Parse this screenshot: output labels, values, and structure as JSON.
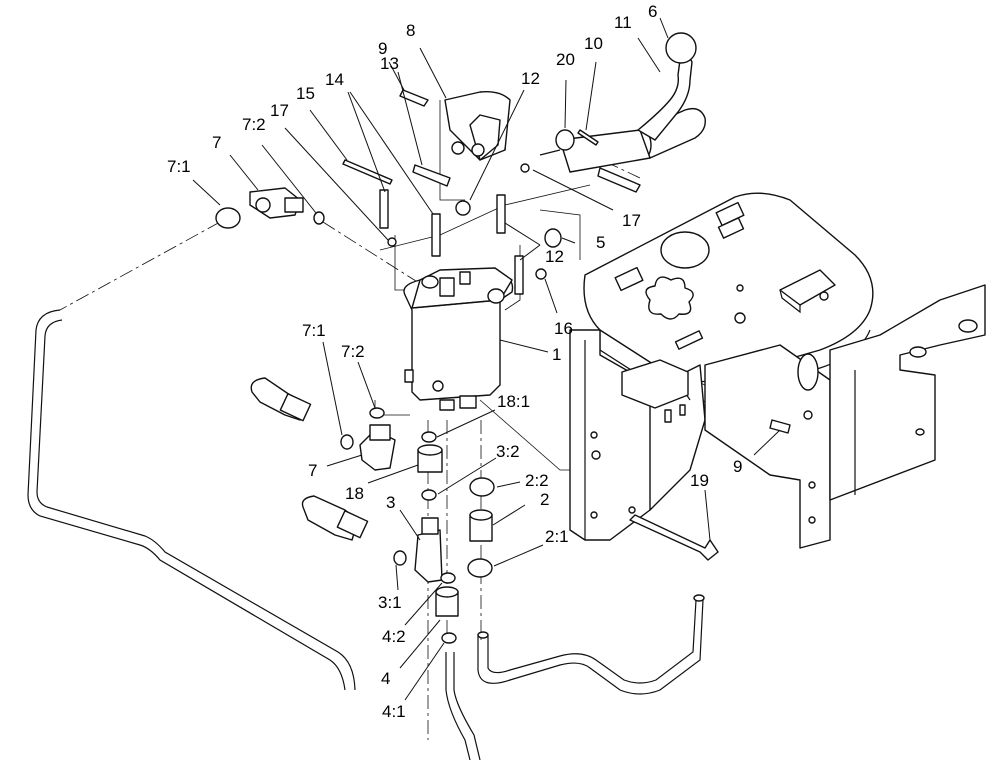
{
  "callouts": [
    {
      "id": "c6",
      "label": "6"
    },
    {
      "id": "c11",
      "label": "11"
    },
    {
      "id": "c10",
      "label": "10"
    },
    {
      "id": "c20",
      "label": "20"
    },
    {
      "id": "c8",
      "label": "8"
    },
    {
      "id": "c9a",
      "label": "9"
    },
    {
      "id": "c13",
      "label": "13"
    },
    {
      "id": "c14",
      "label": "14"
    },
    {
      "id": "c15",
      "label": "15"
    },
    {
      "id": "c17a",
      "label": "17"
    },
    {
      "id": "c72a",
      "label": "7:2"
    },
    {
      "id": "c7a",
      "label": "7"
    },
    {
      "id": "c71a",
      "label": "7:1"
    },
    {
      "id": "c12a",
      "label": "12"
    },
    {
      "id": "c17b",
      "label": "17"
    },
    {
      "id": "c5",
      "label": "5"
    },
    {
      "id": "c12b",
      "label": "12"
    },
    {
      "id": "c16",
      "label": "16"
    },
    {
      "id": "c1",
      "label": "1"
    },
    {
      "id": "c71b",
      "label": "7:1"
    },
    {
      "id": "c72b",
      "label": "7:2"
    },
    {
      "id": "c181",
      "label": "18:1"
    },
    {
      "id": "c7b",
      "label": "7"
    },
    {
      "id": "c18",
      "label": "18"
    },
    {
      "id": "c32",
      "label": "3:2"
    },
    {
      "id": "c22",
      "label": "2:2"
    },
    {
      "id": "c2",
      "label": "2"
    },
    {
      "id": "c3",
      "label": "3"
    },
    {
      "id": "c21",
      "label": "2:1"
    },
    {
      "id": "c31",
      "label": "3:1"
    },
    {
      "id": "c42",
      "label": "4:2"
    },
    {
      "id": "c4",
      "label": "4"
    },
    {
      "id": "c41",
      "label": "4:1"
    },
    {
      "id": "c9b",
      "label": "9"
    },
    {
      "id": "c19",
      "label": "19"
    }
  ]
}
